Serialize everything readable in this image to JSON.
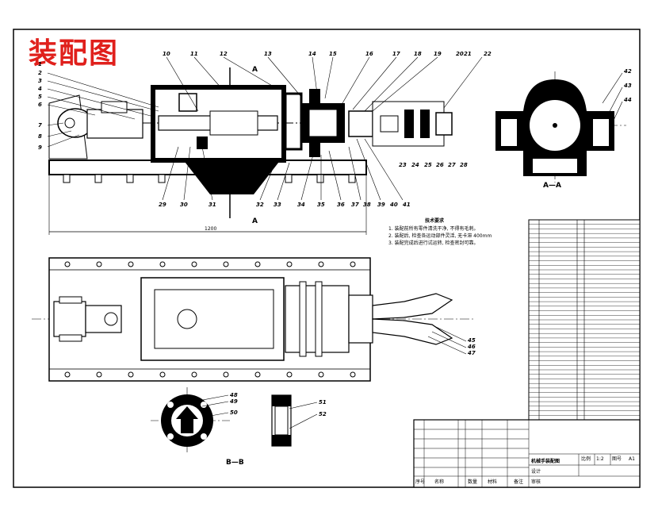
{
  "drawing_title": "装配图",
  "section_marks": {
    "a_top": "A",
    "a_bottom": "A",
    "aa_label": "A—A",
    "bb_label": "B—B"
  },
  "part_numbers_top": [
    "10",
    "11",
    "12",
    "13",
    "14",
    "15",
    "16",
    "17",
    "18",
    "19",
    "20",
    "21",
    "22"
  ],
  "part_numbers_left": [
    "1",
    "2",
    "3",
    "4",
    "5",
    "6",
    "7",
    "8",
    "9"
  ],
  "part_numbers_bottom": [
    "29",
    "30",
    "31",
    "32",
    "33",
    "34",
    "35",
    "36",
    "37",
    "38",
    "39",
    "40",
    "41"
  ],
  "part_numbers_mid_right": [
    "23",
    "24",
    "25",
    "26",
    "27",
    "28"
  ],
  "part_numbers_section_aa": [
    "42",
    "43",
    "44"
  ],
  "part_numbers_plan": [
    "45",
    "46",
    "47"
  ],
  "part_numbers_section_bb": [
    "48",
    "49",
    "50",
    "51",
    "52"
  ],
  "notes_title": "技术要求",
  "notes": [
    "1. 装配前所有零件清洗干净, 不得有毛刺。",
    "2. 装配后, 检查各运动部件灵活, 无卡滞 400mm",
    "3. 装配完成后进行试运转, 检查密封可靠。"
  ],
  "overall_dim": "1200",
  "parts_list_rows": 44,
  "title_block": {
    "name": "机械手装配图",
    "scale_label": "比例",
    "scale": "1:2",
    "sheet_label": "图号",
    "sheet_no": "A1",
    "header_cells": [
      "序号",
      "名称",
      "数量",
      "材料",
      "备注"
    ],
    "designer_label": "设计",
    "checker_label": "审核"
  }
}
